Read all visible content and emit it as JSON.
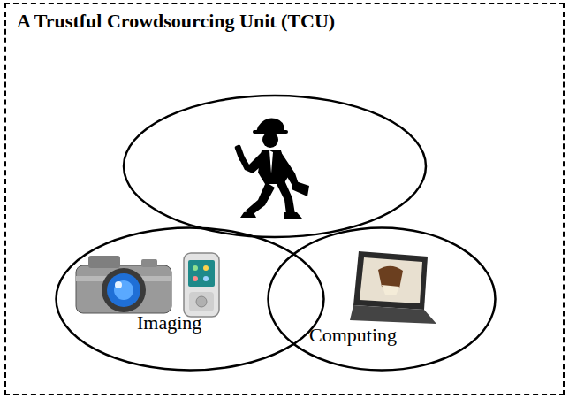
{
  "diagram": {
    "nodes": [
      {
        "text": [
          "A Trustful Crowdsourcing Unit (TCU)"
        ]
      },
      {
        "text": [
          "Imaging"
        ],
        "in": 0
      },
      {
        "text": [
          "Computing"
        ],
        "in": 0
      }
    ]
  }
}
